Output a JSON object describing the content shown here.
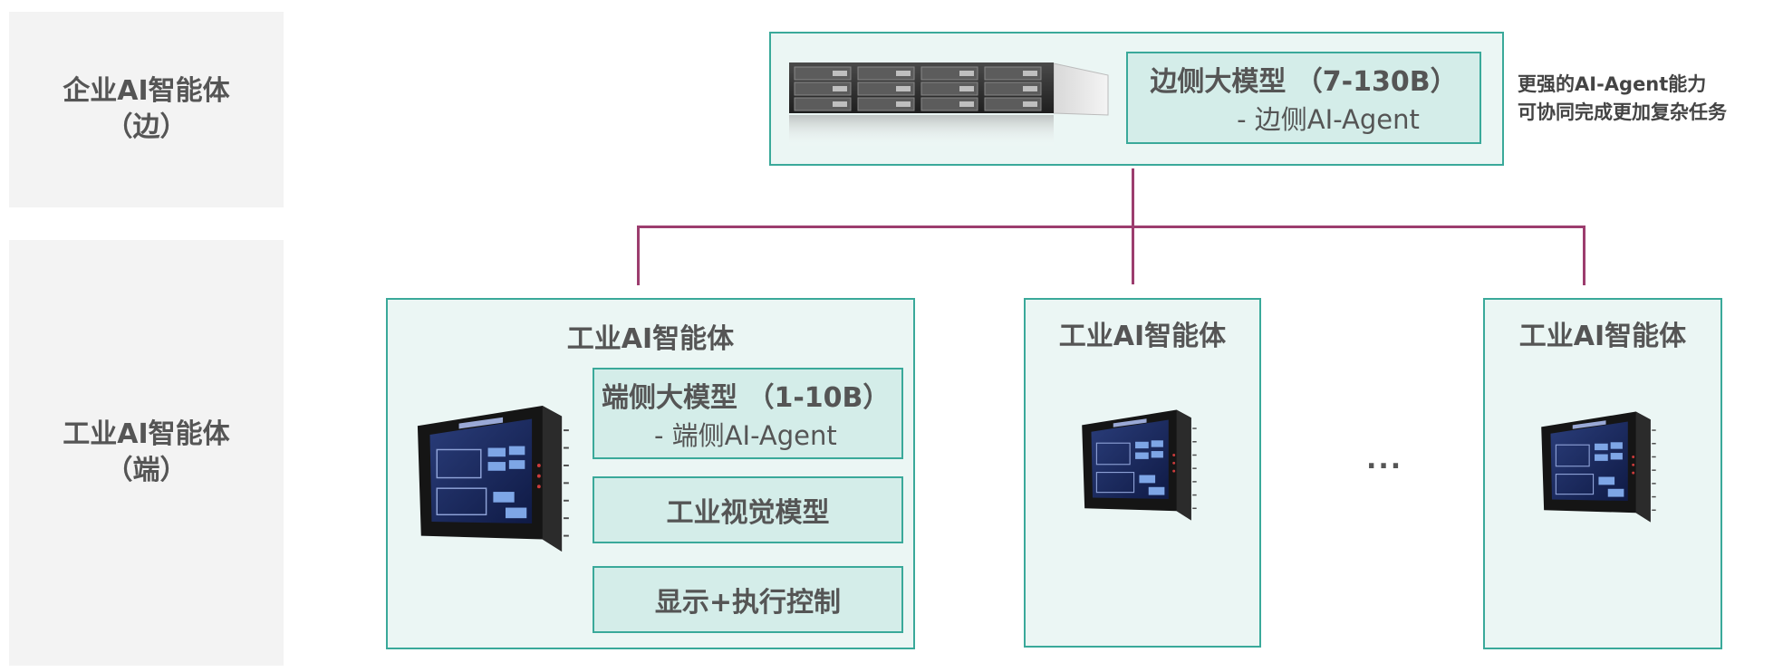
{
  "side_labels": {
    "edge": {
      "line1": "企业AI智能体",
      "line2": "（边）"
    },
    "end": {
      "line1": "工业AI智能体",
      "line2": "（端）"
    }
  },
  "edge_node": {
    "model_title": "边侧大模型 （7-130B）",
    "model_sub": "- 边侧AI-Agent",
    "device_icon": "rack-server-icon"
  },
  "edge_description": {
    "line1": "更强的AI-Agent能力",
    "line2": "可协同完成更加复杂任务"
  },
  "end_nodes": [
    {
      "title": "工业AI智能体",
      "model_title": "端侧大模型 （1-10B）",
      "model_sub": "- 端侧AI-Agent",
      "vision_label": "工业视觉模型",
      "control_label": "显示+执行控制",
      "device_icon": "hmi-touch-panel-icon"
    },
    {
      "title": "工业AI智能体",
      "device_icon": "hmi-touch-panel-icon"
    },
    {
      "title": "工业AI智能体",
      "device_icon": "hmi-touch-panel-icon"
    }
  ],
  "ellipsis": "...",
  "colors": {
    "connector": "#9c3d6e",
    "box_border": "#3aa99a",
    "box_fill": "#ebf6f4",
    "inner_fill": "#d4ede9",
    "side_panel": "#f3f3f3"
  }
}
